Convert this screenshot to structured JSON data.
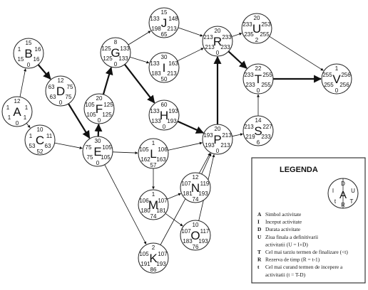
{
  "nodes": [
    {
      "id": "A",
      "top": "12",
      "left": "1",
      "right": "1",
      "bottom": "0",
      "center_a": "1",
      "center_b": "1"
    },
    {
      "id": "B",
      "top": "15",
      "left": "1",
      "right": "16",
      "bottom": "0",
      "center_a": "15",
      "center_b": "16"
    },
    {
      "id": "C",
      "top": "10",
      "left": "1",
      "right": "11",
      "bottom": "52",
      "center_a": "53",
      "center_b": "63"
    },
    {
      "id": "D",
      "top": "12",
      "left": "63",
      "right": "75",
      "bottom": "0",
      "center_a": "63",
      "center_b": "75"
    },
    {
      "id": "E",
      "top": "30",
      "left": "75",
      "right": "105",
      "bottom": "0",
      "center_a": "75",
      "center_b": "105"
    },
    {
      "id": "F",
      "top": "20",
      "left": "105",
      "right": "125",
      "bottom": "0",
      "center_a": "105",
      "center_b": "125"
    },
    {
      "id": "G",
      "top": "8",
      "left": "125",
      "right": "133",
      "bottom": "0",
      "center_a": "125",
      "center_b": "133"
    },
    {
      "id": "H",
      "top": "60",
      "left": "133",
      "right": "193",
      "bottom": "0",
      "center_a": "133",
      "center_b": "193"
    },
    {
      "id": "I",
      "top": "30",
      "left": "133",
      "right": "163",
      "bottom": "50",
      "center_a": "183",
      "center_b": "213"
    },
    {
      "id": "J",
      "top": "15",
      "left": "133",
      "right": "148",
      "bottom": "65",
      "center_a": "198",
      "center_b": "213"
    },
    {
      "id": "K",
      "top": "2",
      "left": "105",
      "right": "107",
      "bottom": "86",
      "center_a": "191",
      "center_b": "193"
    },
    {
      "id": "L",
      "top": "1",
      "left": "105",
      "right": "106",
      "bottom": "57",
      "center_a": "162",
      "center_b": "163"
    },
    {
      "id": "M",
      "top": "1",
      "left": "106",
      "right": "107",
      "bottom": "74",
      "center_a": "180",
      "center_b": "181"
    },
    {
      "id": "N",
      "top": "12",
      "left": "107",
      "right": "119",
      "bottom": "74",
      "center_a": "181",
      "center_b": "193"
    },
    {
      "id": "O",
      "top": "10",
      "left": "107",
      "right": "117",
      "bottom": "76",
      "center_a": "183",
      "center_b": "193"
    },
    {
      "id": "P",
      "top": "20",
      "left": "193",
      "right": "213",
      "bottom": "0",
      "center_a": "193",
      "center_b": "213"
    },
    {
      "id": "R",
      "top": "20",
      "left": "213",
      "right": "233",
      "bottom": "0",
      "center_a": "213",
      "center_b": "233"
    },
    {
      "id": "S",
      "top": "14",
      "left": "213",
      "right": "227",
      "bottom": "6",
      "center_a": "219",
      "center_b": "233"
    },
    {
      "id": "T",
      "top": "22",
      "left": "233",
      "right": "255",
      "bottom": "0",
      "center_a": "233",
      "center_b": "255"
    },
    {
      "id": "U",
      "top": "20",
      "left": "233",
      "right": "253",
      "bottom": "2",
      "center_a": "235",
      "center_b": "255"
    },
    {
      "id": "V",
      "top": "1",
      "left": "255",
      "right": "256",
      "bottom": "0",
      "center_a": "255",
      "center_b": "256"
    }
  ],
  "legend": {
    "title": "LEGENDA",
    "sample": {
      "top": "D",
      "left": "I",
      "center": "A",
      "right": "U",
      "bottom": "R",
      "center_bottom_left": "t",
      "center_bottom_right": "T"
    },
    "lines": [
      {
        "key": "A",
        "text": "Simbol activitate"
      },
      {
        "key": "I",
        "text": "Inceput activitate"
      },
      {
        "key": "D",
        "text": "Durata activitate"
      },
      {
        "key": "U",
        "text": "Ziua finala a definitivarii"
      },
      {
        "key": "",
        "text": "activitatii (U = I+D)"
      },
      {
        "key": "T",
        "text": "Cel mai tarziu termen de finalizare (<t)"
      },
      {
        "key": "R",
        "text": "Rezerva de timp (R = t-1)"
      },
      {
        "key": "t",
        "text": "Cel mai curand termen de incepere a"
      },
      {
        "key": "",
        "text": "activitatii (t = T-D)"
      }
    ]
  }
}
